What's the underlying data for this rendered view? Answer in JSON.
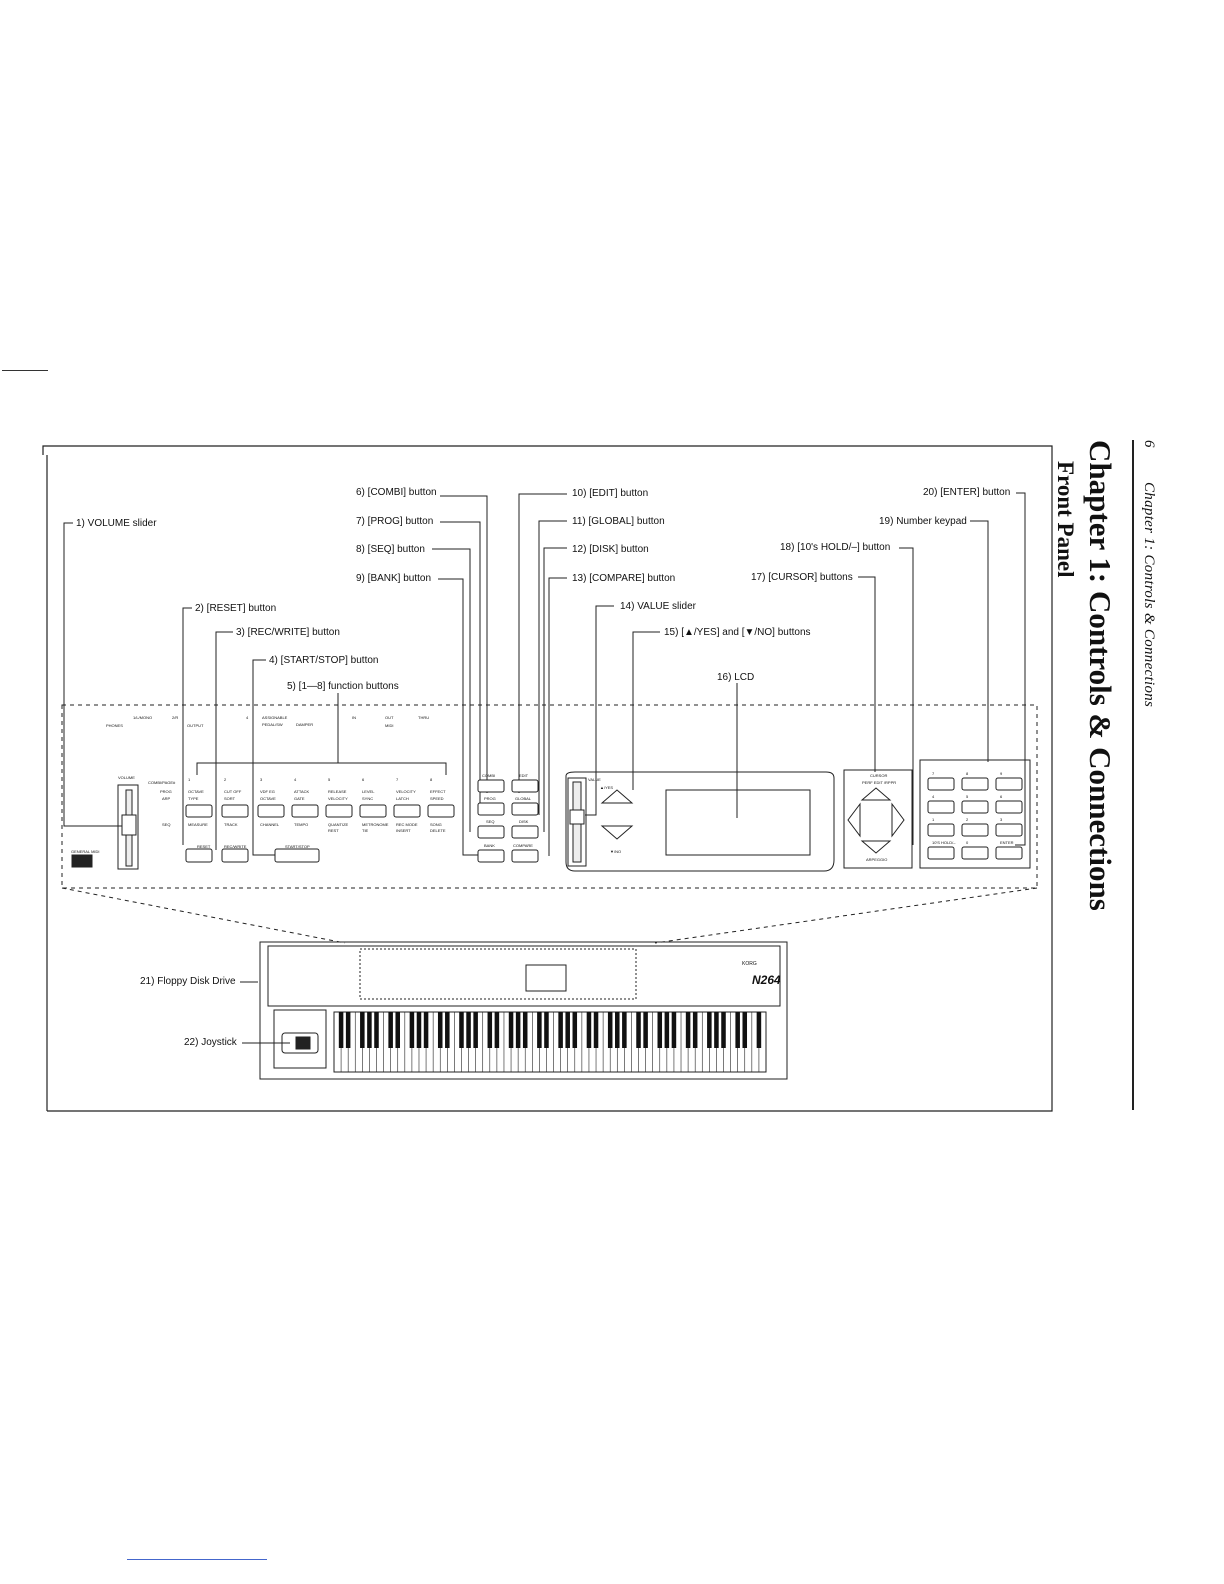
{
  "header": {
    "page_number": "6",
    "running_head": "Chapter 1: Controls & Connections",
    "chapter_title": "Chapter 1:  Controls & Connections",
    "section_title": "Front Panel"
  },
  "callouts": [
    "1) VOLUME slider",
    "2) [RESET] button",
    "3) [REC/WRITE] button",
    "4) [START/STOP] button",
    "5) [1—8] function buttons",
    "6) [COMBI] button",
    "7) [PROG] button",
    "8) [SEQ] button",
    "9) [BANK] button",
    "10) [EDIT] button",
    "11) [GLOBAL] button",
    "12) [DISK] button",
    "13) [COMPARE] button",
    "14) VALUE slider",
    "15) [▲/YES] and [▼/NO] buttons",
    "16) LCD",
    "17) [CURSOR] buttons",
    "18) [10's HOLD/–] button",
    "19) Number keypad",
    "20) [ENTER] button",
    "21) Floppy Disk Drive",
    "22) Joystick"
  ],
  "panel": {
    "rear_labels": [
      "PHONES",
      "1/L/MONO",
      "2/R",
      "OUTPUT",
      "4",
      "ASSIGNABLE",
      "PEDAL/SW",
      "DAMPER",
      "IN",
      "OUT",
      "THRU",
      "MIDI"
    ],
    "volume_label": "VOLUME",
    "mode_labels": [
      "COMBI/PAGE#",
      "PROG",
      "ARP",
      "SEQ"
    ],
    "function_numbers": [
      "1",
      "2",
      "3",
      "4",
      "5",
      "6",
      "7",
      "8"
    ],
    "prog_row": [
      "OCTAVE",
      "CUT OFF",
      "VDF EG",
      "ATTACK",
      "RELEASE",
      "LEVEL",
      "VELOCITY",
      "EFFECT"
    ],
    "arp_row": [
      "TYPE",
      "SORT",
      "OCTAVE",
      "GATE",
      "VELOCITY",
      "SYNC",
      "LATCH",
      "SPEED"
    ],
    "seq_row": [
      "MEASURE",
      "TRACK",
      "CHANNEL",
      "TEMPO",
      "QUANTIZE",
      "METRONOME",
      "REC MODE",
      "SONG"
    ],
    "seq_row2": [
      "",
      "",
      "",
      "",
      "REST",
      "TIE",
      "INSERT",
      "DELETE"
    ],
    "transport": [
      "RESET",
      "REC/WRITE",
      "START/STOP"
    ],
    "mode_buttons": [
      "COMBI",
      "EDIT",
      "PROG",
      "GLOBAL",
      "SEQ",
      "DISK",
      "BANK",
      "COMPARE"
    ],
    "value_label": "VALUE",
    "yes_label": "▲/YES",
    "no_label": "▼/NO",
    "cursor_label": "CURSOR",
    "cursor_sub": "PERF EDIT /RPPR",
    "arpeggio_label": "ARPEGGIO",
    "keypad": [
      "7",
      "8",
      "9",
      "4",
      "5",
      "6",
      "1",
      "2",
      "3",
      "10's HOLD/–",
      "0",
      "ENTER"
    ],
    "logo_text": "GENERAL MIDI"
  },
  "keyboard": {
    "model": "N264",
    "brand": "KORG"
  }
}
